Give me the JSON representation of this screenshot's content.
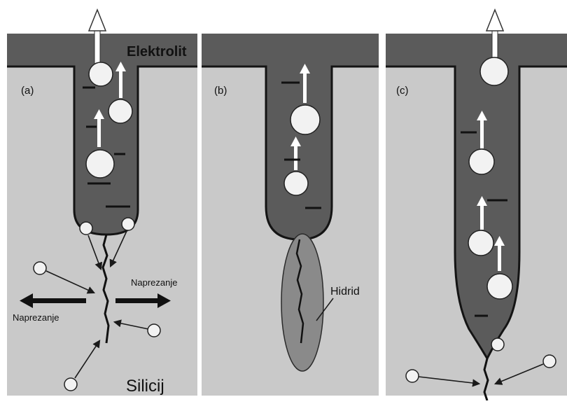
{
  "panels": {
    "a": {
      "tag": "(a)"
    },
    "b": {
      "tag": "(b)"
    },
    "c": {
      "tag": "(c)"
    }
  },
  "labels": {
    "electrolyte": "Elektrolit",
    "stress_right": "Naprezanje",
    "stress_left": "Naprezanje",
    "substrate": "Silicij",
    "hydride": "Hidrid"
  },
  "colors": {
    "electrolyte": "#5b5b5b",
    "silicon": "#c9c9c9",
    "hydride": "#8a8a8a",
    "outline": "#141414",
    "bubble": "#f2f2f2"
  },
  "icons": {
    "bubble": "circle",
    "arrow": "up-arrow"
  }
}
